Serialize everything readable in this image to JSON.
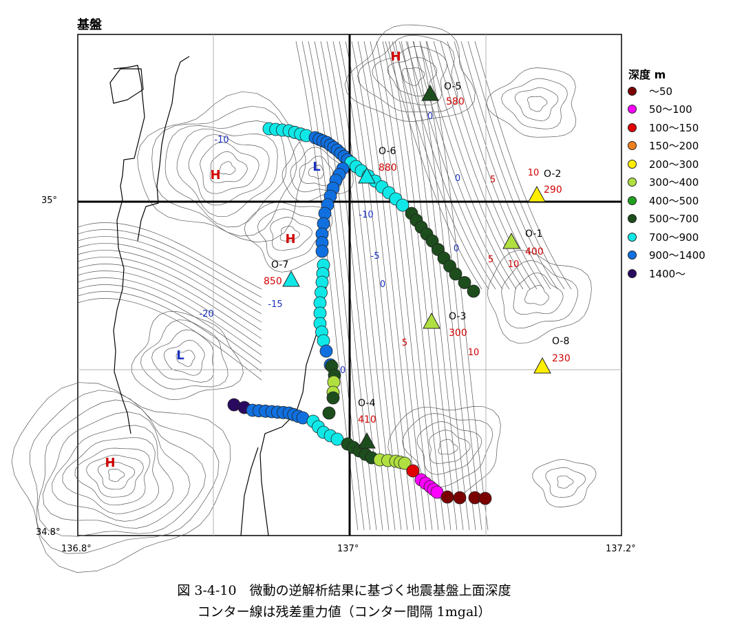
{
  "title": "基盤",
  "legend": {
    "title": "深度 m",
    "items": [
      {
        "label": "～50",
        "color": "#7a0000"
      },
      {
        "label": "50～100",
        "color": "#ff00ff"
      },
      {
        "label": "100～150",
        "color": "#e00000"
      },
      {
        "label": "150～200",
        "color": "#f08020"
      },
      {
        "label": "200～300",
        "color": "#ffee00"
      },
      {
        "label": "300～400",
        "color": "#b0e040"
      },
      {
        "label": "400～500",
        "color": "#20a020"
      },
      {
        "label": "500～700",
        "color": "#1d4d1d"
      },
      {
        "label": "700～900",
        "color": "#10e8e8"
      },
      {
        "label": "900～1400",
        "color": "#1070e0"
      },
      {
        "label": "1400～",
        "color": "#2a0a60"
      }
    ]
  },
  "axes": {
    "x_ticks": [
      "136.8°",
      "137°",
      "137.2°"
    ],
    "y_ticks": [
      "35°",
      "34.8°"
    ]
  },
  "stations": [
    {
      "id": "O-1",
      "depth": "400",
      "color": "#b0e040"
    },
    {
      "id": "O-2",
      "depth": "290",
      "color": "#ffee00"
    },
    {
      "id": "O-3",
      "depth": "300",
      "color": "#b0e040"
    },
    {
      "id": "O-4",
      "depth": "410",
      "color": "#1d4d1d"
    },
    {
      "id": "O-5",
      "depth": "580",
      "color": "#1d4d1d"
    },
    {
      "id": "O-6",
      "depth": "880",
      "color": "#10e8e8"
    },
    {
      "id": "O-7",
      "depth": "850",
      "color": "#10e8e8"
    },
    {
      "id": "O-8",
      "depth": "230",
      "color": "#ffee00"
    }
  ],
  "highs_lows": [
    "H",
    "H",
    "H",
    "H",
    "L",
    "L"
  ],
  "contour_labels": {
    "blue": [
      "-10",
      "-10",
      "-5",
      "0",
      "0",
      "0",
      "0",
      "-15",
      "-20",
      "0"
    ],
    "red": [
      "10",
      "5",
      "5",
      "10",
      "5",
      "10"
    ]
  },
  "caption": {
    "line1": "図 3-4-10　微動の逆解析結果に基づく地震基盤上面深度",
    "line2": "コンター線は残差重力値（コンター間隔 1mgal）"
  }
}
